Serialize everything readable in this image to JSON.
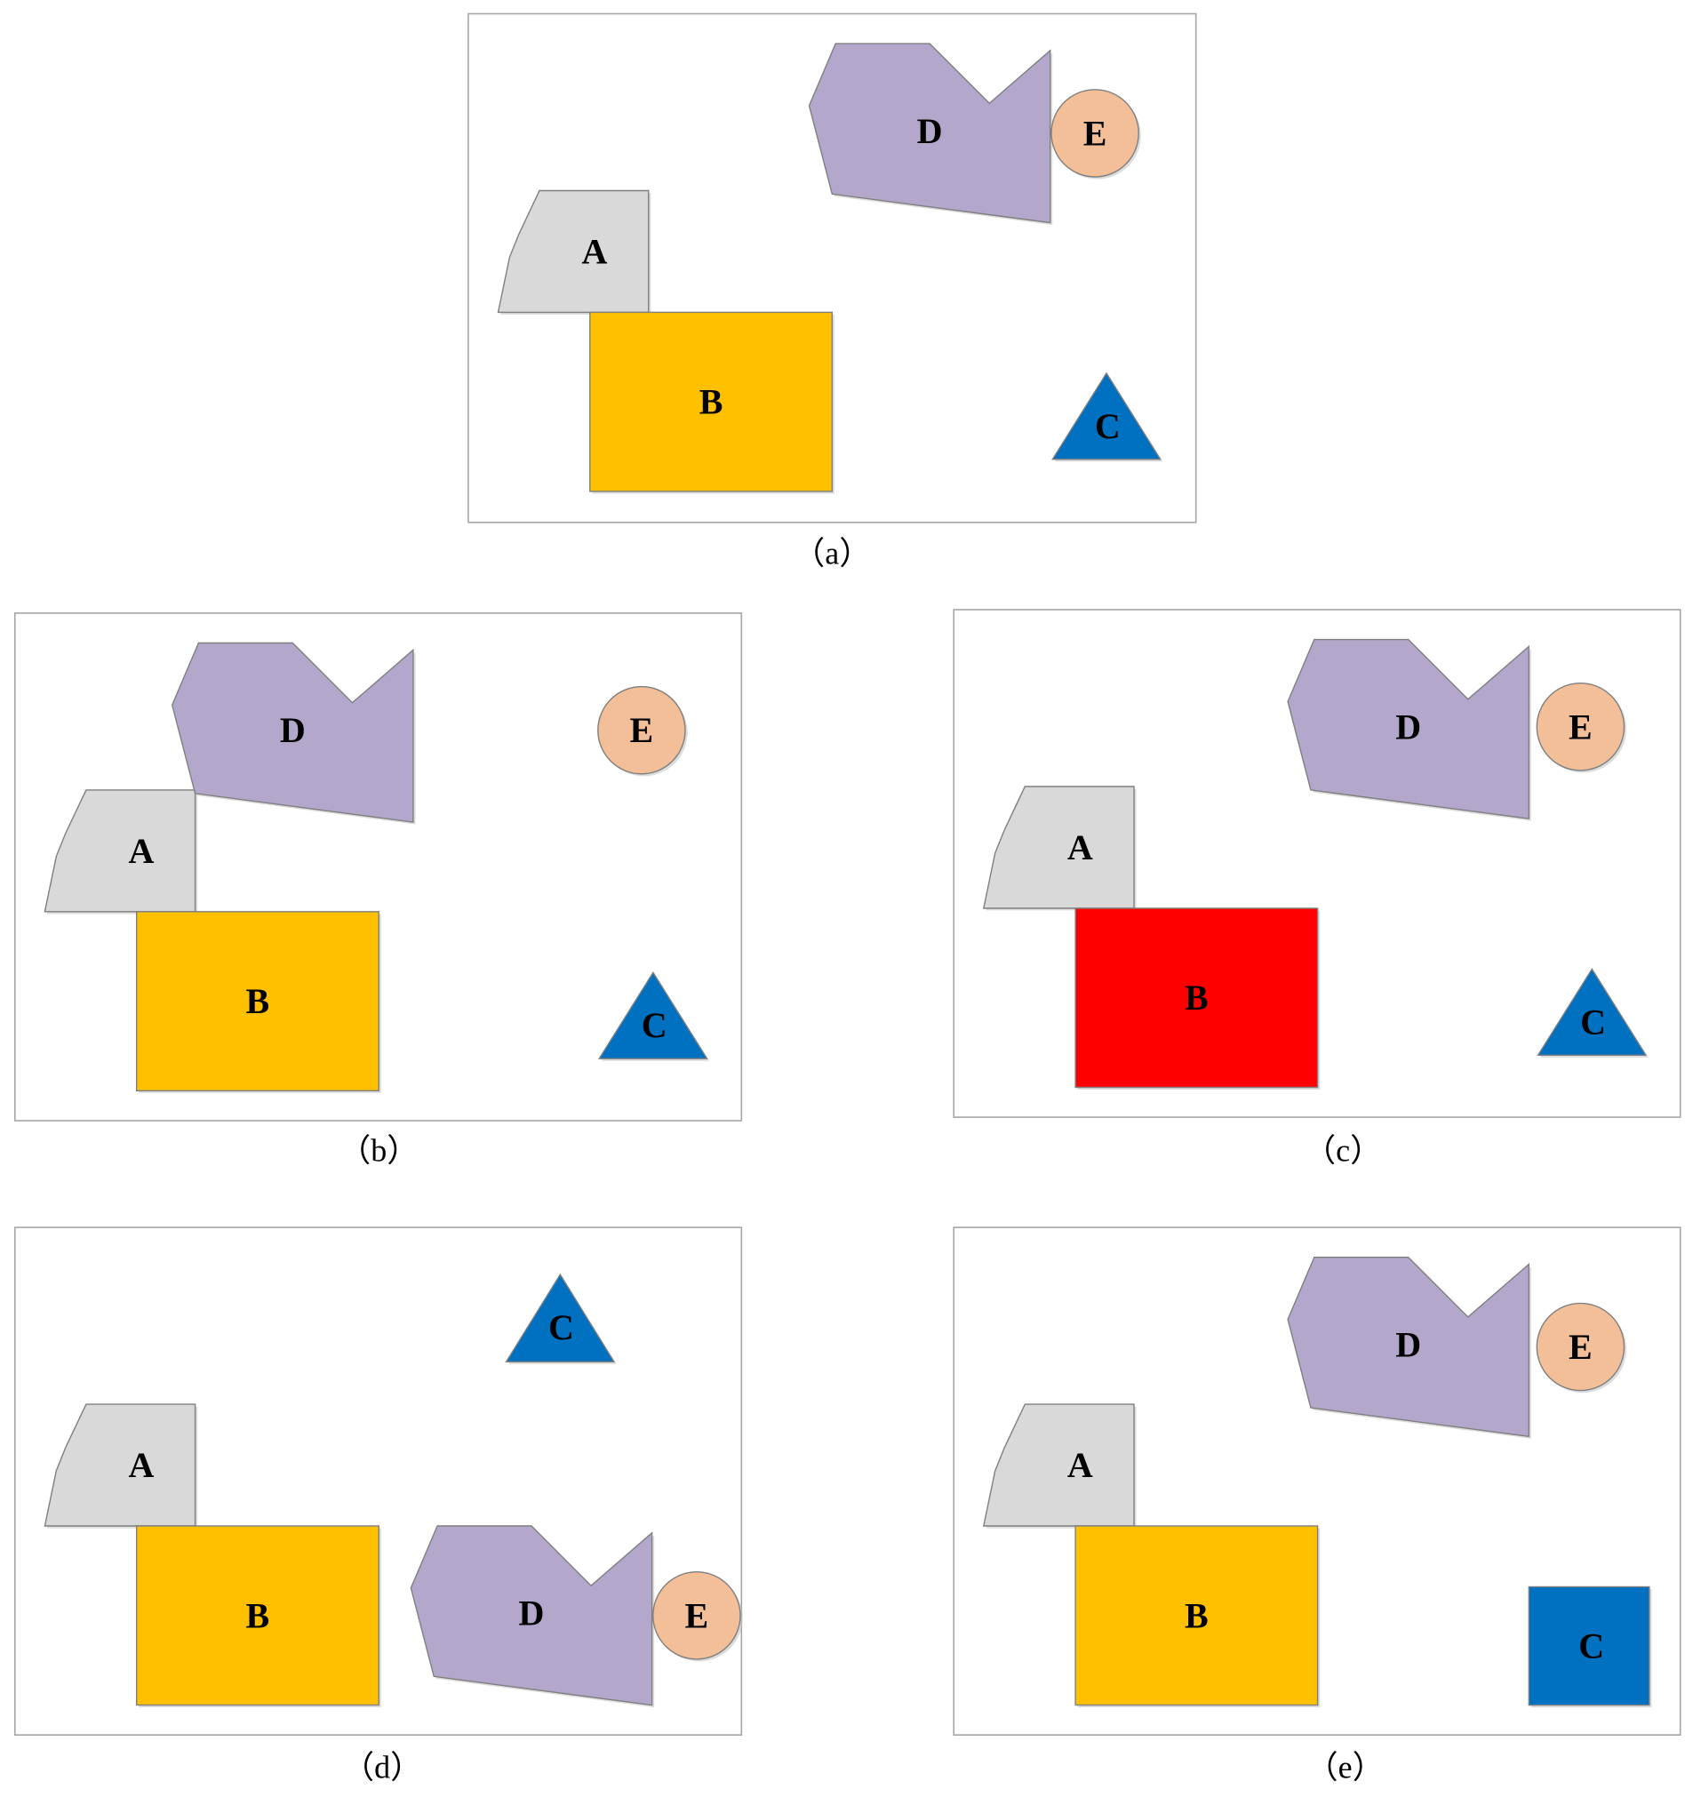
{
  "colors": {
    "A": "#d9d9d9",
    "B": "#ffc000",
    "B_highlight": "#ff0000",
    "C": "#0070c0",
    "D": "#b4a7cc",
    "E": "#f2bf99"
  },
  "panels": [
    {
      "caption": "（a）",
      "shapes": [
        {
          "label": "A",
          "kind": "trapezoid",
          "color_key": "A"
        },
        {
          "label": "B",
          "kind": "rectangle",
          "color_key": "B"
        },
        {
          "label": "C",
          "kind": "triangle",
          "color_key": "C"
        },
        {
          "label": "D",
          "kind": "polygon",
          "color_key": "D"
        },
        {
          "label": "E",
          "kind": "circle",
          "color_key": "E"
        }
      ]
    },
    {
      "caption": "（b）",
      "shapes": [
        {
          "label": "A",
          "kind": "trapezoid",
          "color_key": "A"
        },
        {
          "label": "B",
          "kind": "rectangle",
          "color_key": "B"
        },
        {
          "label": "C",
          "kind": "triangle",
          "color_key": "C"
        },
        {
          "label": "D",
          "kind": "polygon",
          "color_key": "D"
        },
        {
          "label": "E",
          "kind": "circle",
          "color_key": "E"
        }
      ]
    },
    {
      "caption": "（c）",
      "shapes": [
        {
          "label": "A",
          "kind": "trapezoid",
          "color_key": "A"
        },
        {
          "label": "B",
          "kind": "rectangle",
          "color_key": "B_highlight"
        },
        {
          "label": "C",
          "kind": "triangle",
          "color_key": "C"
        },
        {
          "label": "D",
          "kind": "polygon",
          "color_key": "D"
        },
        {
          "label": "E",
          "kind": "circle",
          "color_key": "E"
        }
      ]
    },
    {
      "caption": "（d）",
      "shapes": [
        {
          "label": "A",
          "kind": "trapezoid",
          "color_key": "A"
        },
        {
          "label": "B",
          "kind": "rectangle",
          "color_key": "B"
        },
        {
          "label": "C",
          "kind": "triangle",
          "color_key": "C"
        },
        {
          "label": "D",
          "kind": "polygon",
          "color_key": "D"
        },
        {
          "label": "E",
          "kind": "circle",
          "color_key": "E"
        }
      ]
    },
    {
      "caption": "（e）",
      "shapes": [
        {
          "label": "A",
          "kind": "trapezoid",
          "color_key": "A"
        },
        {
          "label": "B",
          "kind": "rectangle",
          "color_key": "B"
        },
        {
          "label": "C",
          "kind": "square",
          "color_key": "C"
        },
        {
          "label": "D",
          "kind": "polygon",
          "color_key": "D"
        },
        {
          "label": "E",
          "kind": "circle",
          "color_key": "E"
        }
      ]
    }
  ]
}
